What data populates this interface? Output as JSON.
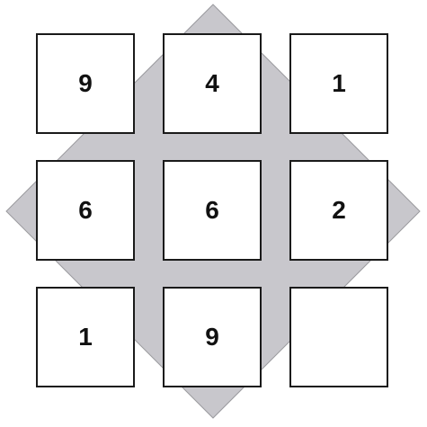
{
  "puzzle": {
    "diamond_color": "#c8c7cc",
    "tile_border_color": "#1a1a1a",
    "tiles": [
      {
        "value": "9"
      },
      {
        "value": "4"
      },
      {
        "value": "1"
      },
      {
        "value": "6"
      },
      {
        "value": "6"
      },
      {
        "value": "2"
      },
      {
        "value": "1"
      },
      {
        "value": "9"
      },
      {
        "value": ""
      }
    ]
  }
}
